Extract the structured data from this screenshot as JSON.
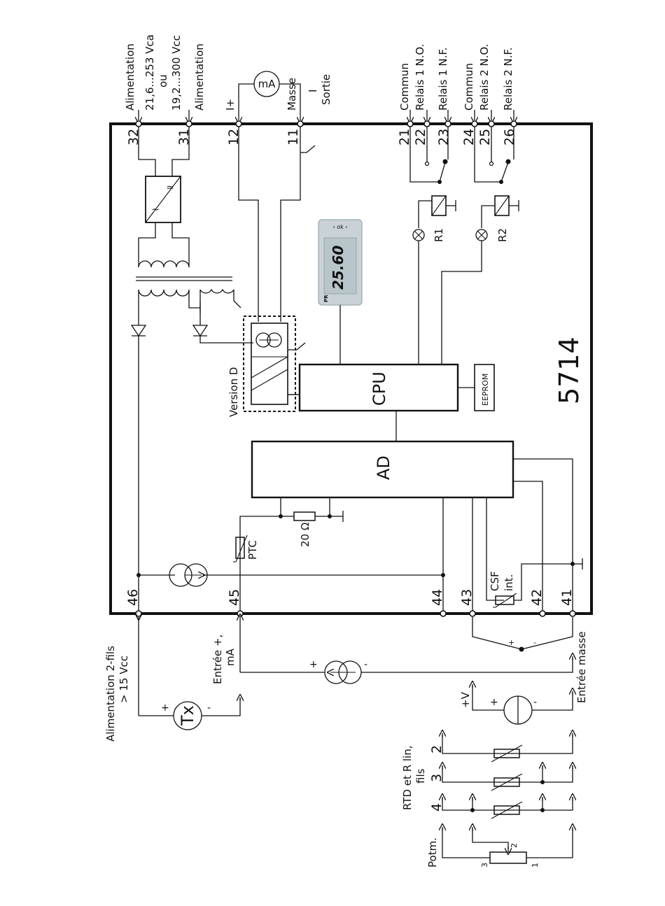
{
  "model": "5714",
  "blocks": {
    "cpu": "CPU",
    "ad": "AD",
    "eeprom": "EEPROM",
    "version_d": "Version D"
  },
  "display": {
    "value": "25.60",
    "brand": "PR"
  },
  "top_labels": {
    "alimentation_32": "Alimentation",
    "vca": "21,6...253 Vca",
    "ou": "ou",
    "vcc": "19,2...300 Vcc",
    "alimentation_31": "Alimentation",
    "i_plus": "I+",
    "masse": "Masse",
    "ma_meter": "mA",
    "i_out": "I",
    "sortie": "Sortie",
    "commun_1": "Commun",
    "relais1_no": "Relais 1 N.O.",
    "relais1_nf": "Relais 1 N.F.",
    "commun_2": "Commun",
    "relais2_no": "Relais 2 N.O.",
    "relais2_nf": "Relais 2 N.F."
  },
  "terminals": {
    "t32": "32",
    "t31": "31",
    "t12": "12",
    "t11": "11",
    "t21": "21",
    "t22": "22",
    "t23": "23",
    "t24": "24",
    "t25": "25",
    "t26": "26",
    "t46": "46",
    "t45": "45",
    "t44": "44",
    "t43": "43",
    "t42": "42",
    "t41": "41"
  },
  "internal": {
    "r1": "R1",
    "r2": "R2",
    "ptc": "PTC",
    "r20": "20 Ω",
    "csf": "CSF",
    "int": "int."
  },
  "bottom_labels": {
    "alim_2fils": "Alimentation 2-fils",
    "gt15": "> 15 Vcc",
    "tx": "Tx",
    "entree_plus": "Entrée +,",
    "entree_ma": "mA",
    "entree_masse": "Entrée masse",
    "plus_v": "+V",
    "rtd": "RTD et R lin,",
    "fils": "fils",
    "n2": "2",
    "n3": "3",
    "n4": "4",
    "potm": "Potm.",
    "p1": "1",
    "p2": "2",
    "p3": "3",
    "plus": "+",
    "minus": "-"
  },
  "colors": {
    "ink": "#111111",
    "display_body": "#c9d3d7",
    "display_screen": "#b8c6cc"
  }
}
